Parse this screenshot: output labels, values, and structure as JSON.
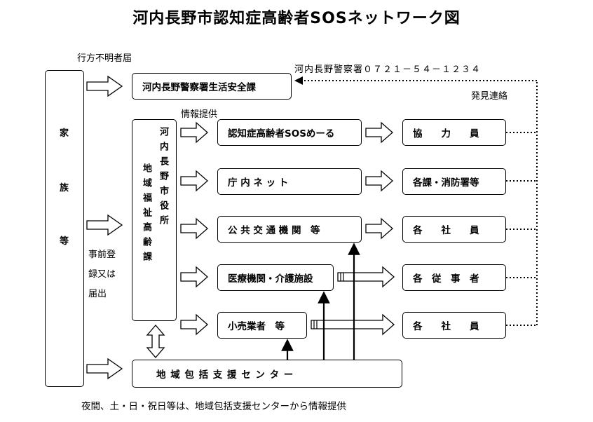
{
  "title": "河内長野市認知症高齢者SOSネットワーク図",
  "labels": {
    "missing_report": "行方不明者届",
    "police_phone": "河内長野警察署０７２１－５４－１２３４",
    "discovery_contact": "発見連絡",
    "info_provide": "情報提供",
    "pre_register": [
      "事前登",
      "録又は",
      "届出"
    ],
    "footer_note": "夜間、土・日・祝日等は、地域包括支援センターから情報提供"
  },
  "family": [
    "家",
    "族",
    "等"
  ],
  "police_box": "河内長野警察署生活安全課",
  "city_office": [
    "河",
    "内",
    "地",
    "長",
    "域",
    "野",
    "福",
    "市",
    "祉",
    "役",
    "高",
    "所",
    "齢",
    "課"
  ],
  "city_office_cols": {
    "right": "河内長野市役所",
    "left": "地域福祉高齢課"
  },
  "middle": [
    {
      "text": "認知症高齢者SOSめーる"
    },
    {
      "text": "庁 内 ネ ッ ト"
    },
    {
      "text": "公 共 交 通 機 関　等"
    },
    {
      "text": "医療機関・介護施設"
    },
    {
      "text": "小売業者　等"
    }
  ],
  "right": [
    {
      "text": "協　　力　　員"
    },
    {
      "text": "各課・消防署等"
    },
    {
      "text": "各　　社　　員"
    },
    {
      "text": "各　従　事　者"
    },
    {
      "text": "各　　社　　員"
    }
  ],
  "center_box": "地 域 包 括 支 援 セ ン タ ー"
}
